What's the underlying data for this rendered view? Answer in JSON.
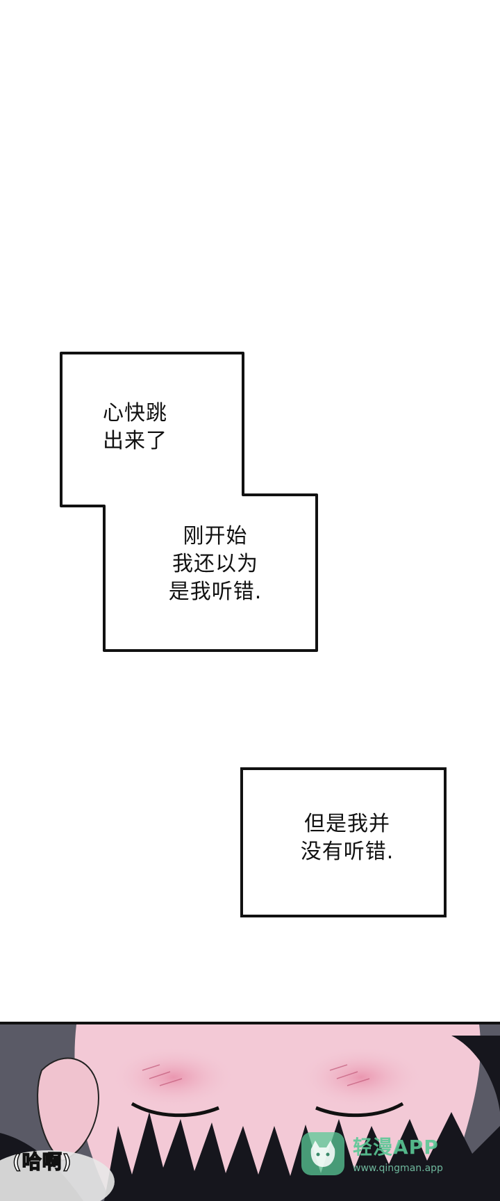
{
  "captions": {
    "box1_top": "心快跳\n出来了",
    "box1_bottom": "刚开始\n我还以为\n是我听错.",
    "box2": "但是我并\n没有听错."
  },
  "panel": {
    "sfx": "(哈啊)"
  },
  "watermark": {
    "title": "轻漫APP",
    "url": "www.qingman.app",
    "icon": "cat-mascot-icon"
  },
  "colors": {
    "skin": "#f3c9d6",
    "hair": "#16161d",
    "background_dark": "#5a5a66",
    "watermark_green": "#5ac896"
  }
}
